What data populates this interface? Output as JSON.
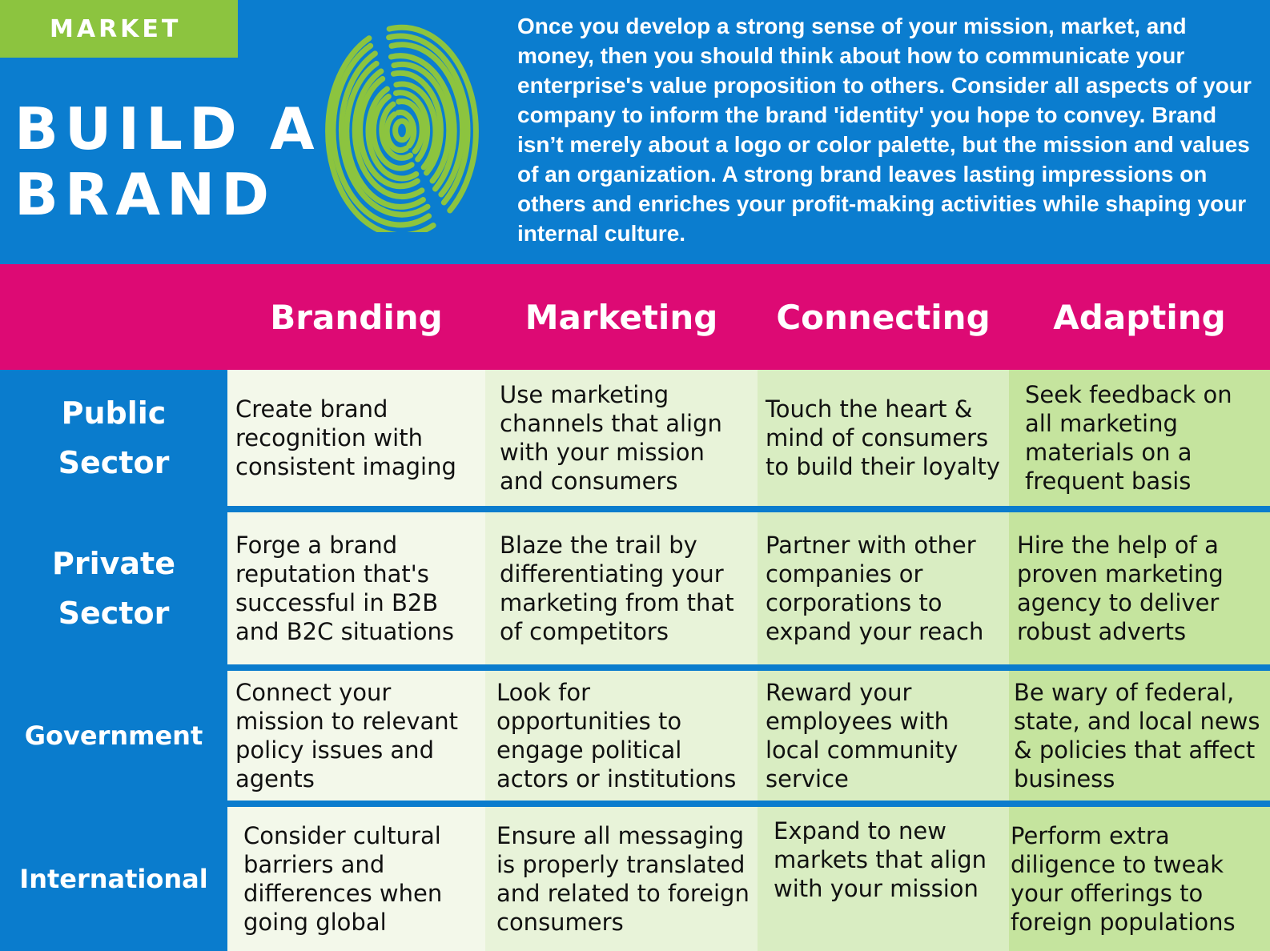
{
  "header": {
    "tag": "MARKET",
    "title": "BUILD A\nBRAND",
    "intro": "Once you develop a strong sense of your mission, market, and money, then you should think about how to communicate your enterprise's value proposition to others. Consider all aspects of your company to inform the brand 'identity' you hope to convey. Brand isn’t merely about a logo or color palette, but the mission and values of an organization. A strong brand leaves lasting impressions on others and enriches your profit-making activities while shaping your internal culture.",
    "icon": "fingerprint-icon"
  },
  "colors": {
    "header_blue": "#0b7dcf",
    "tag_green": "#8cc43f",
    "bar_magenta": "#dd0a74",
    "fingerprint_green": "#8cc43f"
  },
  "table": {
    "columns": [
      "Branding",
      "Marketing",
      "Connecting",
      "Adapting"
    ],
    "rows": [
      {
        "label": "Public\nSector",
        "cells": [
          "Create brand recognition with consistent imaging",
          "Use marketing channels that align with your mission and consumers",
          "Touch the heart & mind of consumers to build their loyalty",
          "Seek feedback on all marketing materials on a frequent basis"
        ]
      },
      {
        "label": "Private\nSector",
        "cells": [
          "Forge a brand reputation that's successful in B2B and B2C situations",
          "Blaze the trail by differentiating your marketing from that of competitors",
          "Partner with other companies or corporations to expand your reach",
          "Hire the help of a proven marketing agency to deliver robust adverts"
        ]
      },
      {
        "label": "Government",
        "cells": [
          "Connect your mission to relevant policy issues and agents",
          "Look for opportunities to engage political actors or institutions",
          "Reward your employees with local community service",
          "Be wary of federal, state, and local news & policies that affect business"
        ]
      },
      {
        "label": "International",
        "cells": [
          "Consider cultural barriers and differences when going global",
          "Ensure all messaging is properly translated and related to foreign consumers",
          "Expand to new markets that align with your mission",
          "Perform extra diligence to tweak your offerings to foreign populations"
        ]
      }
    ]
  }
}
